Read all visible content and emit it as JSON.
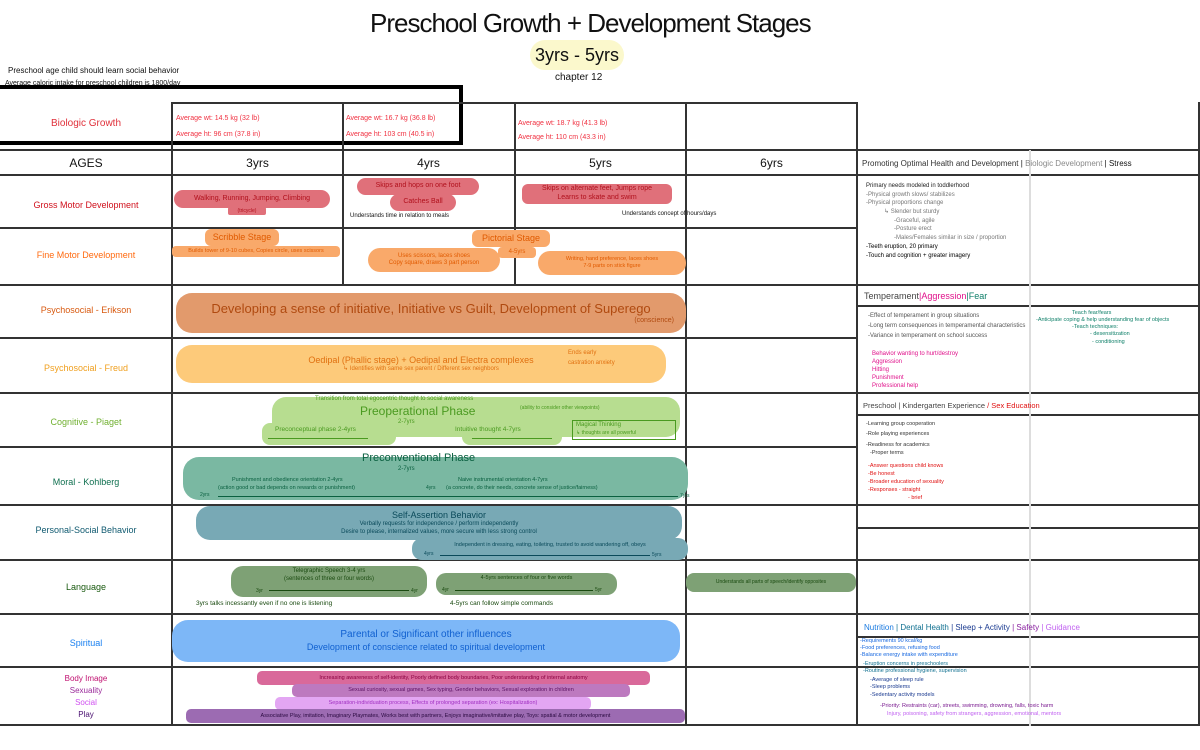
{
  "title": "Preschool Growth + Development Stages",
  "subtitle": "3yrs - 5yrs",
  "chapter": "chapter 12",
  "notes": [
    "Preschool age child should learn social behavior",
    "Average caloric intake for preschool children is 1800/day"
  ],
  "colors": {
    "gross": "#e0707a",
    "fine": "#f9a96a",
    "erikson": "#e29a6c",
    "freud": "#fdca7a",
    "piaget": "#b7dd90",
    "kohlberg": "#7ab8a2",
    "personal": "#78a9b5",
    "language": "#7ea175",
    "spiritual": "#7db7f7",
    "body_pink": "#d9699a",
    "body_purple": "#bd79bf",
    "body_lilac": "#e3a6f3",
    "body_play": "#9c6bb2"
  },
  "biologic": {
    "label": "Biologic Growth",
    "y3": [
      "Average wt: 14.5 kg (32 lb)",
      "Average ht: 96 cm (37.8 in)"
    ],
    "y4": [
      "Average wt: 16.7 kg (36.8 lb)",
      "Average ht: 103 cm (40.5 in)"
    ],
    "y5": [
      "Average wt: 18.7 kg (41.3 lb)",
      "Average ht: 110 cm (43.3 in)"
    ]
  },
  "columns": {
    "ages": "AGES",
    "y3": "3yrs",
    "y4": "4yrs",
    "y5": "5yrs",
    "y6": "6yrs"
  },
  "rows": {
    "gross": {
      "label": "Gross Motor Development",
      "p1": "Walking, Running, Jumping, Climbing",
      "p1b": "(tricycle)",
      "p2": "Skips and hops on one foot",
      "p3": "Catches Ball",
      "t1": "Understands time in relation to meals",
      "p4": "Skips on alternate feet, Jumps rope",
      "p4b": "Learns to skate and swim",
      "t2": "Understands concept of hours/days"
    },
    "fine": {
      "label": "Fine Motor Development",
      "p1": "Scribble Stage",
      "p2": "Builds tower of 9-10 cubes, Copies circle, uses scissors",
      "p3": "Pictorial Stage",
      "p4": "Uses scissors, laces shoes",
      "p4b": "Copy square, draws 3 part person",
      "p5": "4-5yrs",
      "p6": "Writing, hand preference, laces shoes",
      "p6b": "7-9 parts on stick figure"
    },
    "erikson": {
      "label": "Psychosocial - Erikson",
      "main": "Developing a sense of initiative, Initiative vs Guilt, Development of Superego",
      "sub": "(conscience)"
    },
    "freud": {
      "label": "Psychosocial - Freud",
      "main": "Oedipal (Phallic stage) + Oedipal and Electra complexes",
      "sub": "↳ Identifies with same sex parent / Different sex neighbors",
      "side": "Ends early",
      "side2": "castration anxiety"
    },
    "piaget": {
      "label": "Cognitive - Piaget",
      "top": "Transition from total egocentric thought to social awareness",
      "main": "Preoperational Phase",
      "note": "(ability to consider other viewpoints)",
      "age": "2-7yrs",
      "a": "Preconceptual phase 2-4yrs",
      "b": "Intuitive thought 4-7yrs",
      "c": "Magical Thinking",
      "c2": "↳ thoughts are all powerful"
    },
    "kohlberg": {
      "label": "Moral - Kohlberg",
      "main": "Preconventional Phase",
      "age": "2-7yrs",
      "a": "Punishment and obedience orientation 2-4yrs",
      "a2": "(action good or bad depends on rewards or punishment)",
      "b": "Naive instrumental orientation 4-7yrs",
      "b2": "(a concrete, do their needs, concrete sense of justice/fairness)",
      "s": "2yrs",
      "m": "4yrs",
      "e": "7yrs"
    },
    "personal": {
      "label": "Personal-Social Behavior",
      "main": "Self-Assertion Behavior",
      "l1": "Verbally requests for independence / perform independently",
      "l2": "Desire to please, internalized values, more secure with less strong control",
      "b": "Independent in dressing, eating, toileting, trusted to avoid wandering off, obeys",
      "s": "4yrs",
      "e": "5yrs"
    },
    "language": {
      "label": "Language",
      "p1": "Telegraphic Speech 3-4 yrs",
      "p1b": "(sentences of three or four words)",
      "s1": "3yr",
      "e1": "4yr",
      "p2": "4-5yrs sentences of four or five words",
      "s2": "4yr",
      "e2": "5yr",
      "t1": "3yrs talks incessantly even if no one is listening",
      "t2": "4-5yrs can follow simple commands",
      "p3": "Understands all parts of speech/identify opposites"
    },
    "spiritual": {
      "label": "Spiritual",
      "l1": "Parental or Significant other influences",
      "l2": "Development of conscience related to spiritual development"
    },
    "body": {
      "labels": [
        "Body Image",
        "Sexuality",
        "Social",
        "Play"
      ],
      "p1": "Increasing awareness of self-identity, Poorly defined body boundaries, Poor understanding of internal anatomy",
      "p2": "Sexual curiosity, sexual games, Sex typing, Gender behaviors, Sexual exploration in children",
      "p3": "Separation-individuation process, Effects of prolonged separation (ex: Hospitalization)",
      "p4": "Associative Play, imitation, Imaginary Playmates, Works best with partners, Enjoys imaginative/imitative play, Toys: spatial & motor development"
    }
  },
  "right": {
    "h1": {
      "a": "Promoting Optimal Health and Development",
      "b": "Biologic Development",
      "c": "Stress"
    },
    "c1": [
      "Primary needs modeled in toddlerhood",
      "-Physical growth slows/ stabilizes",
      "-Physical proportions change",
      "↳ Slender but sturdy",
      "-Graceful, agile",
      "-Posture erect",
      "-Males/Females similar in size / proportion",
      "-Teeth eruption, 20 primary",
      "-Touch and cognition + greater imagery"
    ],
    "h2": {
      "a": "Temperament",
      "b": "Aggression",
      "c": "Fear"
    },
    "c2": [
      "-Effect of temperament in group situations",
      "-Long term consequences in temperamental characteristics",
      "-Variance in temperament on school success"
    ],
    "c2p": [
      "Behavior wanting to hurt/destroy",
      "Aggression",
      "Hitting",
      "Punishment",
      "Professional help"
    ],
    "c2g": [
      "Teach fear/fears",
      "-Anticipate coping & help understanding fear of objects",
      "-Teach techniques:",
      "- desensitization",
      "- conditioning"
    ],
    "h3": {
      "a": "Preschool | Kindergarten Experience",
      "b": "Sex Education"
    },
    "c3": [
      "-Learning group cooperation",
      "-Role playing experiences",
      "-Readiness for academics",
      "-Proper terms"
    ],
    "c3r": [
      "-Answer questions child knows",
      "-Be honest",
      "-Broader education of sexuality",
      "-Responses - straight",
      "- brief"
    ],
    "h4": {
      "a": "Nutrition",
      "b": "Dental Health",
      "c": "Sleep + Activity",
      "d": "Safety",
      "e": "Guidance"
    },
    "c4b": [
      "-Requirements 90 kcal/kg",
      "-Food preferences, refusing food",
      "-Balance energy intake with expenditure"
    ],
    "c4t": [
      "-Eruption concerns in preschoolers",
      "-Routine professional hygiene, supervision"
    ],
    "c4n": [
      "-Average of sleep rule",
      "-Sleep problems",
      "-Sedentary activity models"
    ],
    "c4p": "-Priority: Restraints (car), streets, swimming, drowning, falls, toxic harm",
    "c4v": "Injury, poisoning, safety from strangers, aggression, emotional, mentors"
  }
}
